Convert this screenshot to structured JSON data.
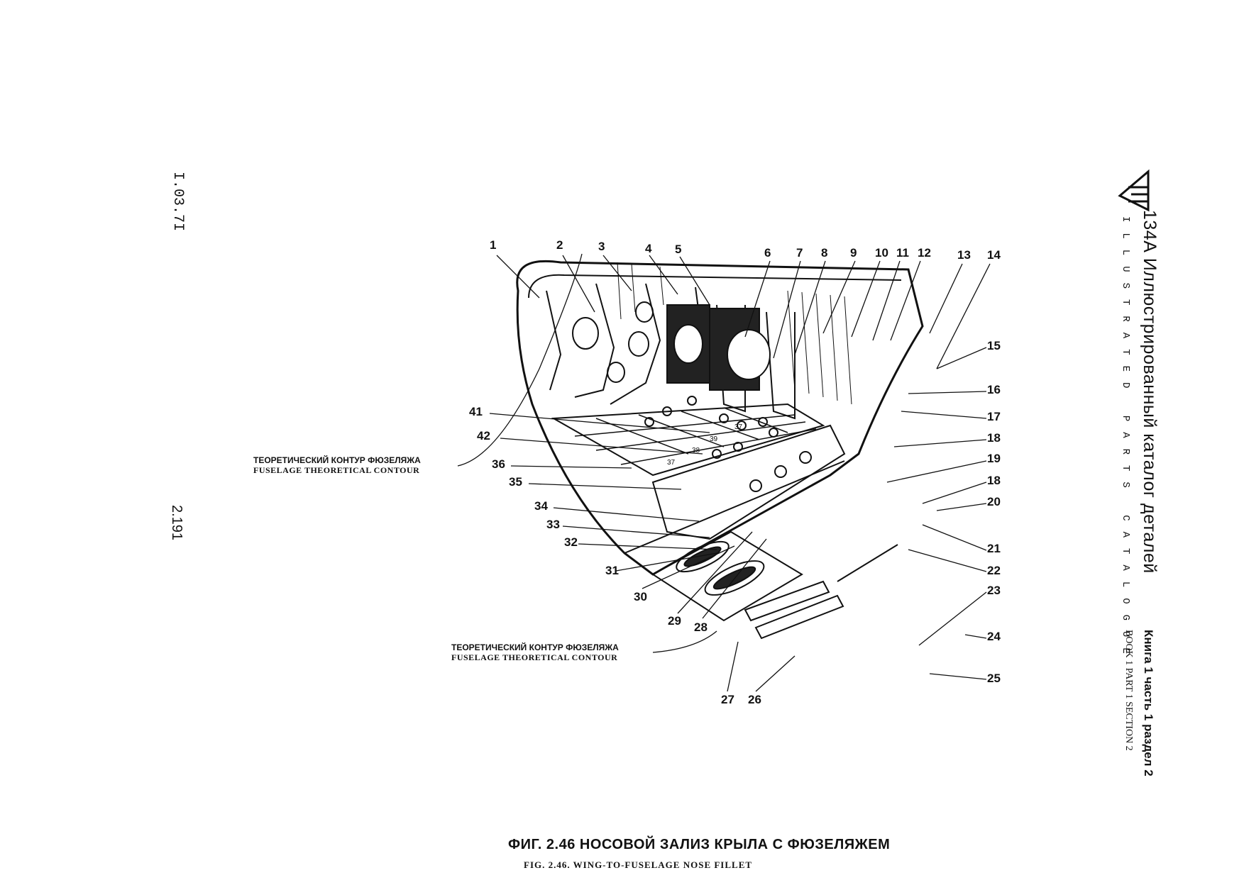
{
  "page": {
    "doc_code": "I.03.7I",
    "page_number": "2.191"
  },
  "header": {
    "title": "134А Иллюстрированный каталог деталей",
    "subtitle": "ILLUSTRATED PARTS CATALOGUE",
    "book_ru": "Книга 1 часть 1 раздел 2",
    "book_en": "BOOK 1 PART 1 SECTION 2"
  },
  "figure": {
    "caption_ru": "ФИГ. 2.46 НОСОВОЙ ЗАЛИЗ КРЫЛА С ФЮЗЕЛЯЖЕМ",
    "caption_en": "FIG. 2.46. WING-TO-FUSELAGE NOSE FILLET",
    "contour_label_ru": "ТЕОРЕТИЧЕСКИЙ КОНТУР ФЮЗЕЛЯЖА",
    "contour_label_en": "FUSELAGE THEORETICAL CONTOUR",
    "callouts": [
      "1",
      "2",
      "3",
      "4",
      "5",
      "6",
      "7",
      "8",
      "9",
      "10",
      "11",
      "12",
      "13",
      "14",
      "15",
      "16",
      "17",
      "18",
      "19",
      "18",
      "20",
      "21",
      "22",
      "23",
      "24",
      "25",
      "26",
      "27",
      "28",
      "29",
      "30",
      "31",
      "32",
      "33",
      "34",
      "35",
      "36",
      "41",
      "42"
    ],
    "inner_labels": [
      "37",
      "37",
      "38",
      "39"
    ]
  }
}
